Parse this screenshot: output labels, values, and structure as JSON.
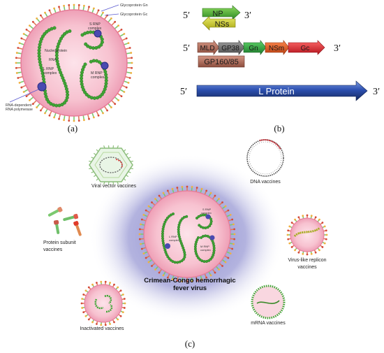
{
  "panel_a": {
    "caption": "(a)",
    "labels": {
      "glycoprotein_gn": "Glycoprotein Gn",
      "glycoprotein_gc": "Glycoprotein Gc",
      "s_rnp": [
        "S RNP",
        "complex"
      ],
      "nucleoprotein": "Nucleoprotein",
      "rna": "RNA",
      "l_rnp": [
        "L RNP",
        "complex"
      ],
      "m_rnp": [
        "M RNP",
        "complex"
      ],
      "polymerase": [
        "RNA-dependent",
        "RNA polymerase"
      ]
    }
  },
  "panel_b": {
    "caption": "(b)",
    "s_segment": {
      "five": "5′",
      "three": "3′",
      "np": "NP",
      "nss": "NSs"
    },
    "m_segment": {
      "five": "5′",
      "three": "3′",
      "mld": "MLD",
      "gp38": "GP38",
      "gn": "Gn",
      "nsm": "NSm",
      "gc": "Gc",
      "gp160": "GP160/85"
    },
    "l_segment": {
      "five": "5′",
      "three": "3′",
      "protein": "L Protein"
    }
  },
  "panel_c": {
    "caption": "(c)",
    "center_title": [
      "Crimean-Congo hemorrhagic",
      "fever virus"
    ],
    "center_labels": {
      "s_rnp": [
        "S RNP",
        "complex"
      ],
      "l_rnp": [
        "L RNP",
        "complex"
      ],
      "m_rnp": [
        "M RNP",
        "complex"
      ]
    },
    "vaccines": {
      "viral_vector": "Viral vector vaccines",
      "dna": "DNA vaccines",
      "protein_subunit": [
        "Protein subunit",
        "vaccines"
      ],
      "replicon": [
        "Virus-like replicon",
        "vaccines"
      ],
      "inactivated": "Inactivated vaccines",
      "mrna": "mRNA vaccines"
    }
  },
  "colors": {
    "np_green": "#3fa534",
    "nss_yellow": "#c8c81e",
    "mld_brown": "#b36d5a",
    "gp38_gray": "#6d6d6d",
    "gn_green": "#2c9a3c",
    "nsm_orange": "#e05a1e",
    "gc_red": "#e0202a",
    "l_blue": "#1f3c8a",
    "virion_pink": "#f7c7d3",
    "halo_blue": "#b9b9e2"
  }
}
